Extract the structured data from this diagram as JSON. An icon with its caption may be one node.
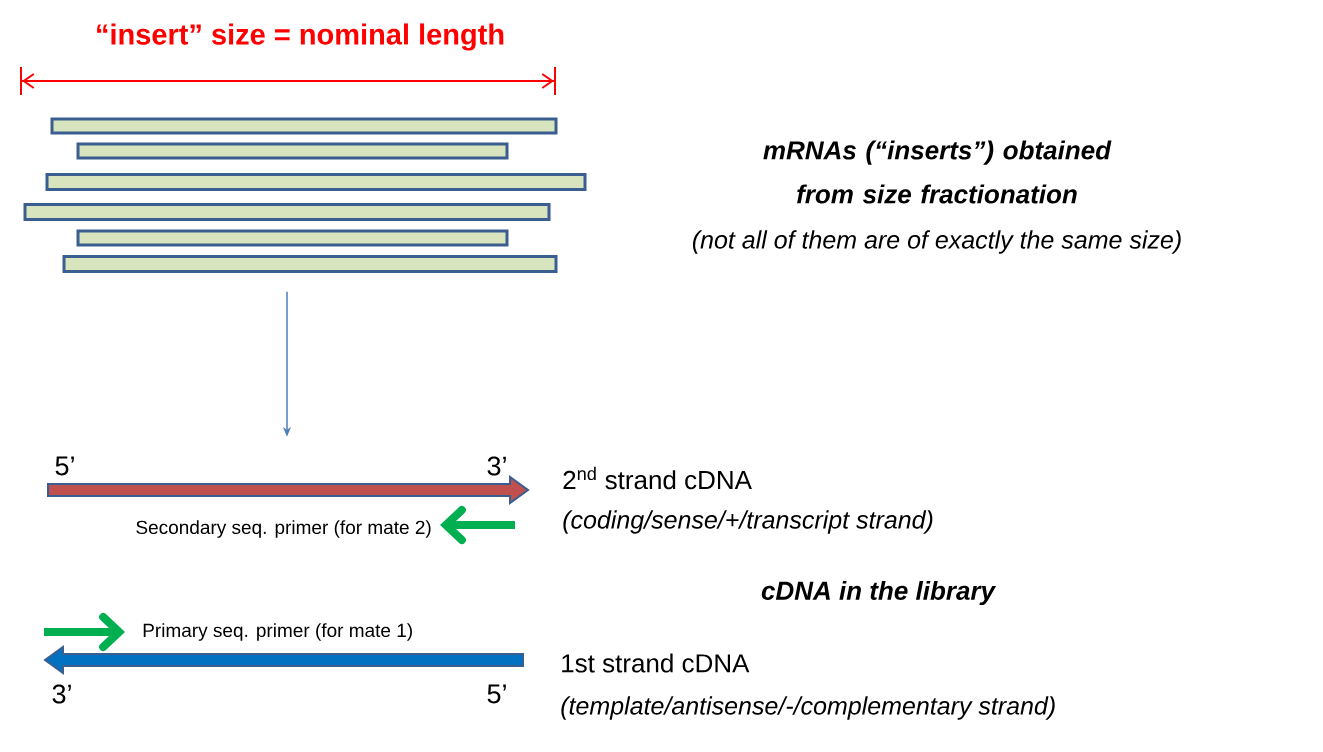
{
  "diagram": {
    "nodes": [
      {
        "text": [],
        "shape": "bar"
      },
      {
        "text": [],
        "shape": "bar"
      },
      {
        "text": [],
        "shape": "bar"
      },
      {
        "text": [],
        "shape": "bar"
      },
      {
        "text": [],
        "shape": "bar"
      },
      {
        "text": [],
        "shape": "bar"
      },
      {
        "text": [],
        "shape": "arrow",
        "beside": [
          "5’",
          "3’"
        ]
      },
      {
        "text": [],
        "shape": "arrow",
        "beside": [
          "3’",
          "5’"
        ]
      }
    ],
    "edges": [
      {
        "from": 5,
        "to": 6,
        "arrow": "to"
      }
    ],
    "labels": [
      "“insert” size = nominal length",
      "mRNAs (“inserts”) obtained from size fractionation",
      "(not all of them are of exactly the same size)",
      "2$^{nd}$ strand cDNA",
      "(coding/sense/+/transcript strand)",
      "Secondary seq. primer (for mate 2)",
      "cDNA in the library",
      "Primary seq. primer (for mate 1)",
      "1st strand cDNA",
      "(template/antisense/-/complementary strand)"
    ]
  }
}
